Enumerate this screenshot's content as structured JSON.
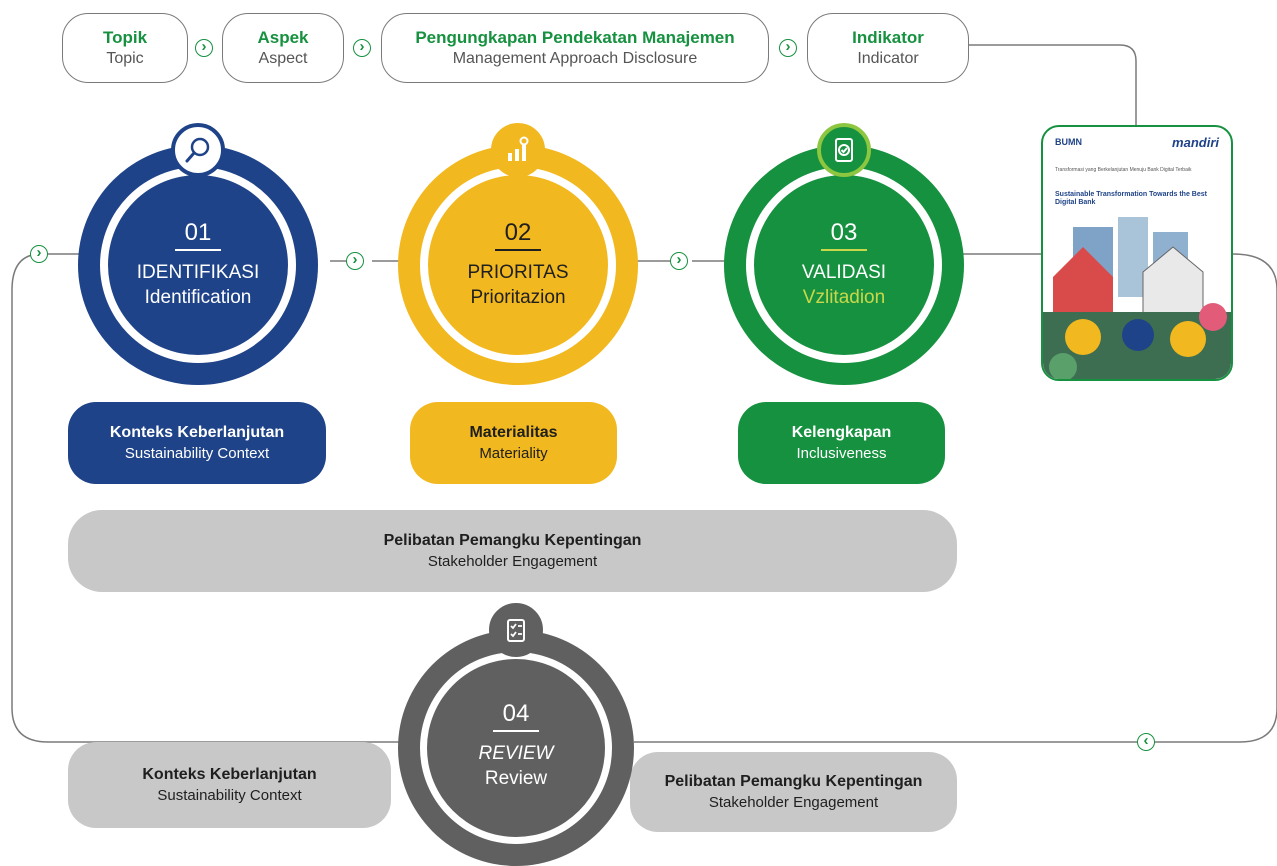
{
  "header": {
    "topic": {
      "bold": "Topik",
      "normal": "Topic"
    },
    "aspect": {
      "bold": "Aspek",
      "normal": "Aspect"
    },
    "disclosure": {
      "bold": "Pengungkapan Pendekatan Manajemen",
      "normal": "Management Approach Disclosure"
    },
    "indicator": {
      "bold": "Indikator",
      "normal": "Indicator"
    }
  },
  "steps": [
    {
      "number": "01",
      "title": "IDENTIFIKASI",
      "subtitle": "Identification",
      "icon": "magnifier-icon",
      "color": "#1f4388",
      "box": {
        "bold": "Konteks Keberlanjutan",
        "normal": "Sustainability Context"
      }
    },
    {
      "number": "02",
      "title": "PRIORITAS",
      "subtitle": "Prioritazion",
      "icon": "growth-chart-icon",
      "color": "#f2b81f",
      "box": {
        "bold": "Materialitas",
        "normal": "Materiality"
      }
    },
    {
      "number": "03",
      "title": "VALIDASI",
      "subtitle": "Vzlitadion",
      "icon": "validation-icon",
      "color": "#16913f",
      "box": {
        "bold": "Kelengkapan",
        "normal": "Inclusiveness"
      }
    },
    {
      "number": "04",
      "title": "REVIEW",
      "subtitle": "Review",
      "icon": "checklist-icon",
      "color": "#606060"
    }
  ],
  "engagement_bar": {
    "bold": "Pelibatan Pemangku Kepentingan",
    "normal": "Stakeholder Engagement"
  },
  "bottom_left": {
    "bold": "Konteks Keberlanjutan",
    "normal": "Sustainability Context"
  },
  "bottom_right": {
    "bold": "Pelibatan Pemangku Kepentingan",
    "normal": "Stakeholder Engagement"
  },
  "report_cover": {
    "brand_left": "BUMN",
    "brand_right": "mandiri",
    "small_text": "Transformasi yang Berkelanjutan Menuju Bank Digital Terbaik",
    "title": "Sustainable Transformation Towards the Best Digital Bank"
  },
  "colors": {
    "green": "#16913f",
    "navy": "#1f4388",
    "yellow": "#f2b81f",
    "gray": "#606060",
    "light_gray": "#c8c8c8"
  }
}
